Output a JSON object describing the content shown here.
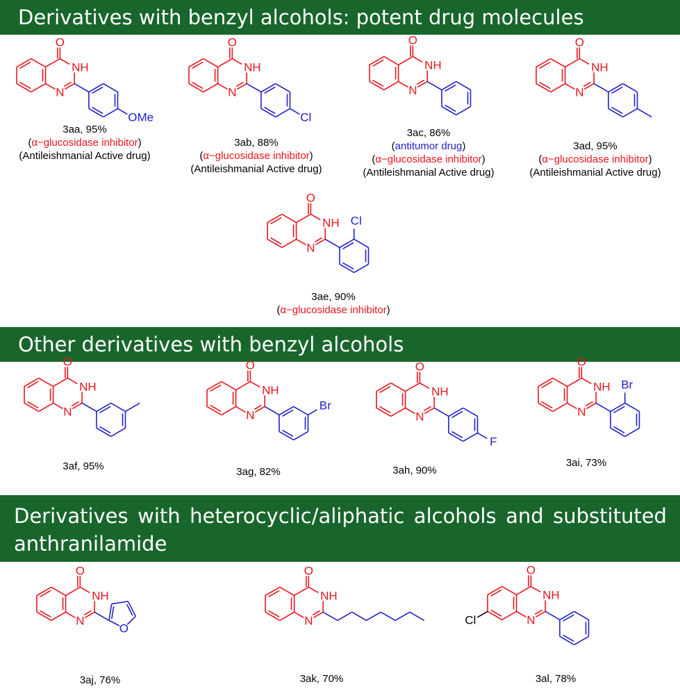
{
  "sections": [
    {
      "title": "Derivatives with benzyl alcohols: potent drug molecules"
    },
    {
      "title": "Other derivatives with benzyl alcohols"
    },
    {
      "title_words": [
        "Derivatives",
        "with",
        "heterocyclic/aliphatic",
        "alcohols",
        "and",
        "substituted"
      ],
      "title_line2": "anthranilamide"
    }
  ],
  "atom_labels": {
    "oxygen": "O",
    "nh": "NH",
    "nitrogen": "N"
  },
  "compounds": [
    {
      "id": "3aa",
      "caption": "3aa, 95%",
      "substituent": "OMe",
      "activities": [
        {
          "text": "α−glucosidase inhibitor",
          "color": "#e8141c"
        }
      ],
      "extra": "(Antileishmanial Active drug)"
    },
    {
      "id": "3ab",
      "caption": "3ab, 88%",
      "substituent": "Cl",
      "activities": [
        {
          "text": "α−glucosidase inhibitor",
          "color": "#e8141c"
        }
      ],
      "extra": "(Antileishmanial Active drug)"
    },
    {
      "id": "3ac",
      "caption": "3ac, 86%",
      "substituent": "",
      "activities": [
        {
          "text": "antitumor drug",
          "color": "#1f1fcc"
        },
        {
          "text": "α−glucosidase inhibitor",
          "color": "#e8141c"
        }
      ],
      "extra": "(Antileishmanial Active drug)"
    },
    {
      "id": "3ad",
      "caption": "3ad, 95%",
      "substituent": "",
      "activities": [
        {
          "text": "α−glucosidase inhibitor",
          "color": "#e8141c"
        }
      ],
      "extra": "(Antileishmanial Active drug)"
    },
    {
      "id": "3ae",
      "caption": "3ae, 90%",
      "substituent": "Cl",
      "activities": [
        {
          "text": "α−glucosidase inhibitor",
          "color": "#e8141c"
        }
      ]
    },
    {
      "id": "3af",
      "caption": "3af, 95%",
      "substituent": ""
    },
    {
      "id": "3ag",
      "caption": "3ag, 82%",
      "substituent": "Br"
    },
    {
      "id": "3ah",
      "caption": "3ah, 90%",
      "substituent": "F"
    },
    {
      "id": "3ai",
      "caption": "3ai, 73%",
      "substituent": "Br"
    },
    {
      "id": "3aj",
      "caption": "3aj, 76%",
      "substituent": "O"
    },
    {
      "id": "3ak",
      "caption": "3ak, 70%",
      "substituent": ""
    },
    {
      "id": "3al",
      "caption": "3al, 78%",
      "substituent": "Cl"
    }
  ],
  "colors": {
    "banner": "#19662c",
    "core": "#e8141c",
    "substituent": "#1f1fcc",
    "text": "#000000"
  }
}
